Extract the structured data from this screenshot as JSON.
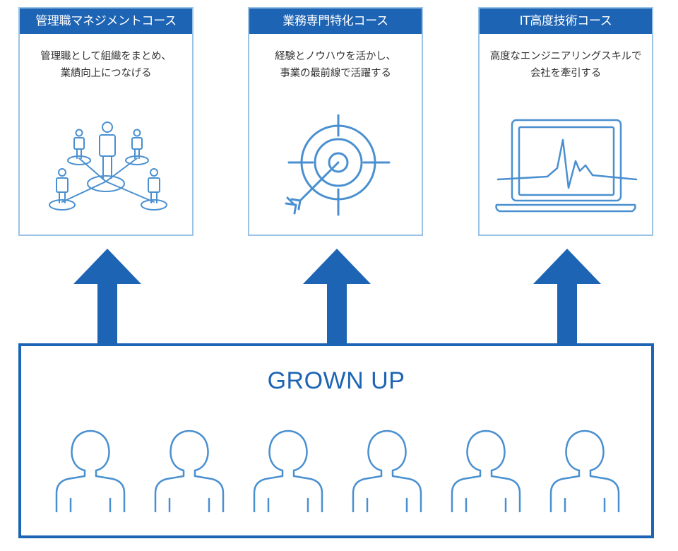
{
  "cards": [
    {
      "title": "管理職マネジメントコース",
      "desc": [
        "管理職として組織をまとめ、",
        "業績向上につなげる"
      ],
      "icon": "people-network-icon"
    },
    {
      "title": "業務専門特化コース",
      "desc": [
        "経験とノウハウを活かし、",
        "事業の最前線で活躍する"
      ],
      "icon": "target-arrow-icon"
    },
    {
      "title": "IT高度技術コース",
      "desc": [
        "高度なエンジニアリングスキルで",
        "会社を牽引する"
      ],
      "icon": "laptop-graph-icon"
    }
  ],
  "base": {
    "title": "GROWN UP",
    "person_icon": "person-icon",
    "person_count": 6
  },
  "colors": {
    "primary": "#1e64b4",
    "icon": "#4a90d0",
    "card_border": "#9bc3e6",
    "text": "#333333"
  }
}
